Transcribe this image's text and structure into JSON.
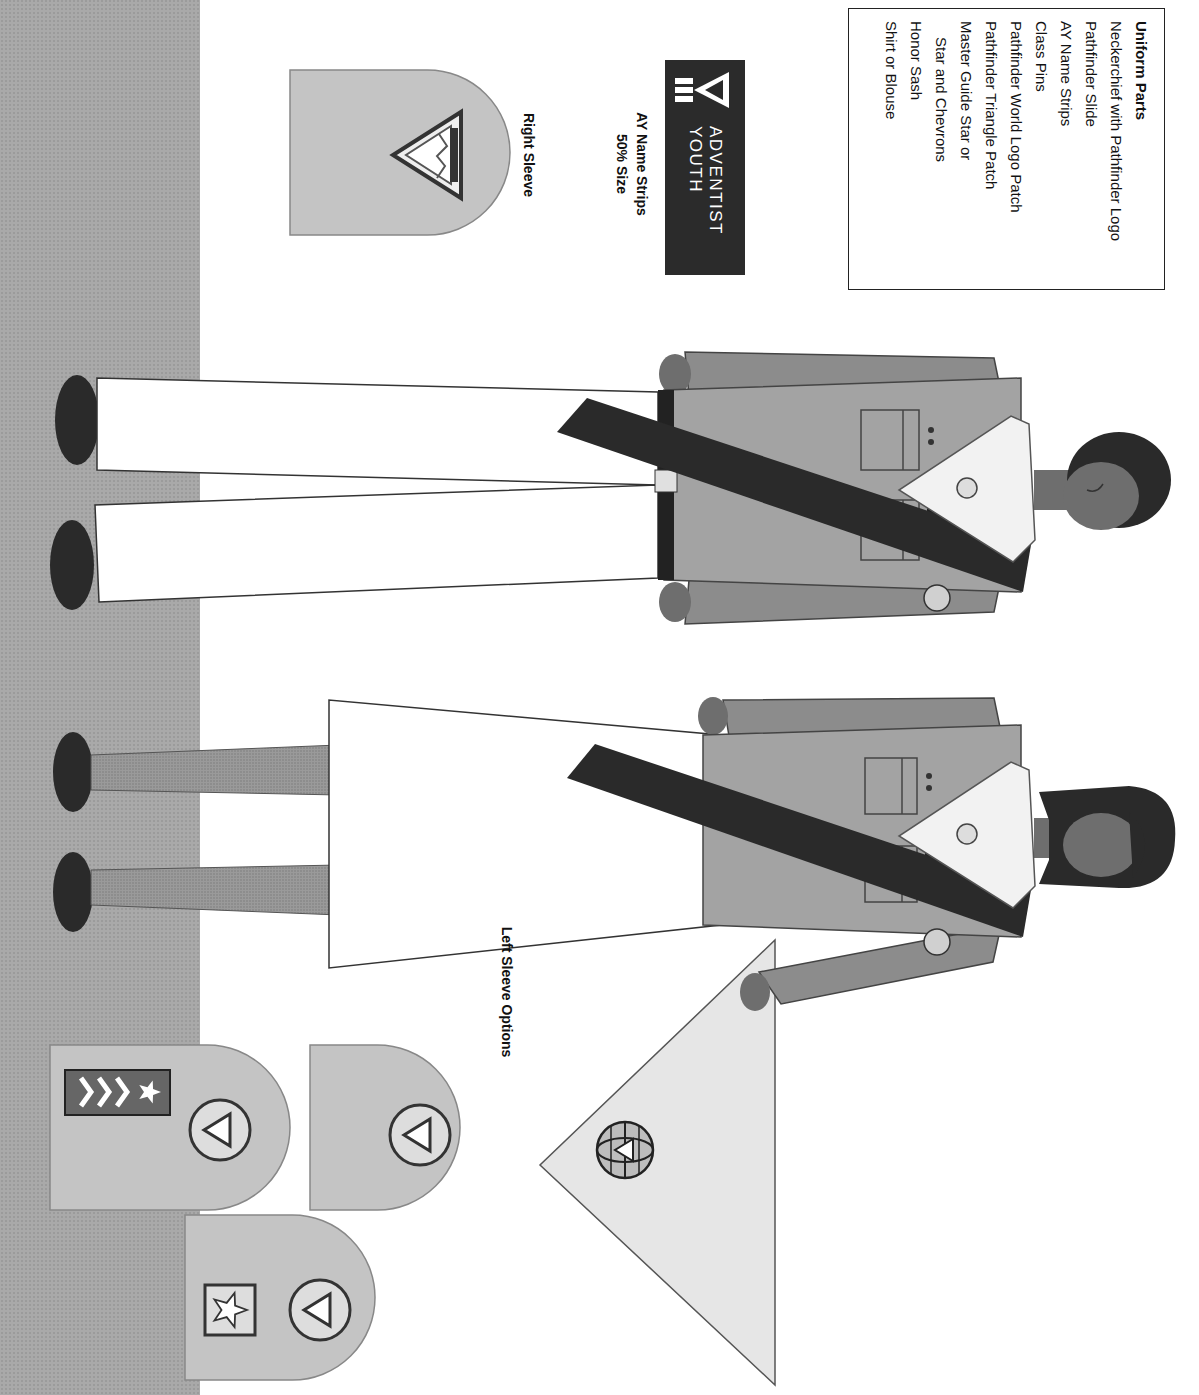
{
  "diagram": {
    "nodes": [
      {
        "text": [
          "Uniform Parts",
          "Neckerchief with Pathfinder Logo",
          "Pathfinder Slide",
          "AY Name Strips",
          "Class Pins",
          "Pathfinder World Logo Patch",
          "Pathfinder Triangle Patch",
          "Master Guide Star or Star and Chevrons",
          "Honor Sash",
          "Shirt or Blouse"
        ]
      },
      {
        "text": [
          "ADVENTIST YOUTH"
        ]
      }
    ],
    "labels": [
      "AY Name Strips",
      "50% Size",
      "Right Sleeve",
      "Left Sleeve Options"
    ]
  }
}
